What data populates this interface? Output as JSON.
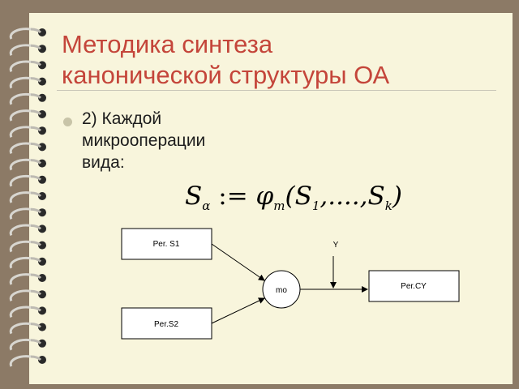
{
  "title_line1": "Методика синтеза",
  "title_line2": "канонической структуры ОА",
  "bullet": {
    "line1": "2) Каждой",
    "line2": "микрооперации",
    "line3": "вида:"
  },
  "formula": {
    "lhs": "S",
    "lhs_sub": "α",
    "assign": " := ",
    "phi": "φ",
    "phi_sub": "m",
    "open": "(S",
    "sub1": "1",
    "mid": ",....,S",
    "subk": "k",
    "close": ")"
  },
  "diagram": {
    "box1": "Per. S1",
    "box2": "Per.S2",
    "node": "mo",
    "signal": "Y",
    "box3": "Per.CY"
  },
  "colors": {
    "title": "#c4453a",
    "page": "#f8f5dc",
    "background": "#8c7a66"
  }
}
